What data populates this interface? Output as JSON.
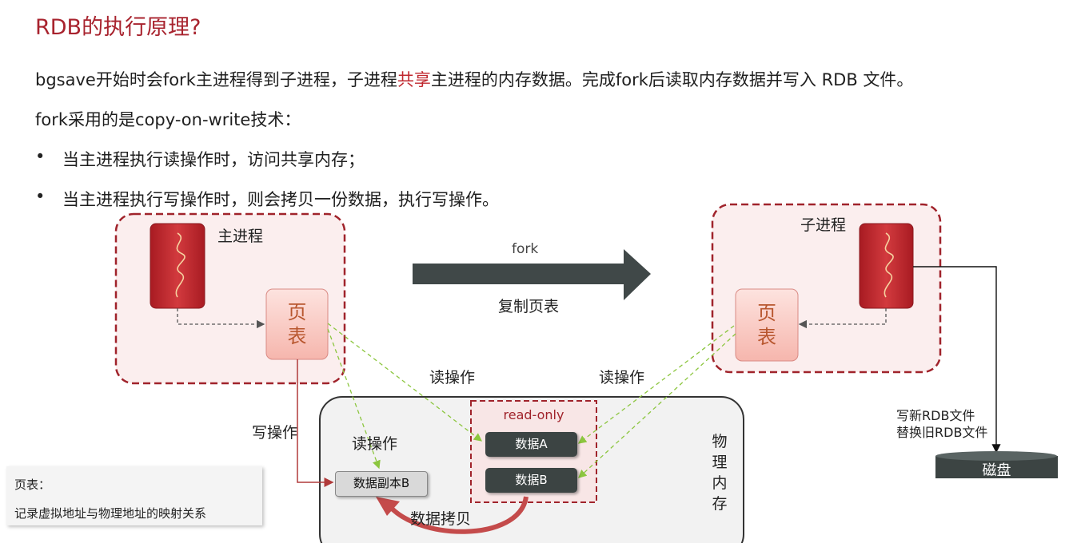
{
  "title": "RDB的执行原理?",
  "intro": {
    "line1_a": "bgsave开始时会fork主进程得到子进程，子进程",
    "line1_highlight": "共享",
    "line1_b": "主进程的内存数据。完成fork后读取内存数据并写入 RDB 文件。",
    "line2": "fork采用的是copy-on-write技术："
  },
  "bullets": [
    "当主进程执行读操作时，访问共享内存；",
    "当主进程执行写操作时，则会拷贝一份数据，执行写操作。"
  ],
  "diagram": {
    "main_process_label": "主进程",
    "child_process_label": "子进程",
    "page_table_main": [
      "页",
      "表"
    ],
    "page_table_child": [
      "页",
      "表"
    ],
    "fork_label": "fork",
    "copy_page_table_label": "复制页表",
    "read_op_left": "读操作",
    "read_op_right": "读操作",
    "read_op_inner": "读操作",
    "write_op": "写操作",
    "read_only_label": "read-only",
    "data_a": "数据A",
    "data_b": "数据B",
    "data_copy_b": "数据副本B",
    "data_copy_label": "数据拷贝",
    "physical_memory": [
      "物",
      "理",
      "内",
      "存"
    ],
    "write_rdb_line1": "写新RDB文件",
    "write_rdb_line2": "替换旧RDB文件",
    "disk_label": "磁盘"
  },
  "note": {
    "line1": "页表：",
    "line2": "记录虚拟地址与物理地址的映射关系"
  },
  "colors": {
    "title": "#a8232e",
    "highlight": "#c0282f",
    "process_border": "#a0232b",
    "process_fill": "#fbeeee",
    "arrow": "#404848",
    "read_line": "#8cc63f",
    "write_line": "#b03a3a"
  }
}
